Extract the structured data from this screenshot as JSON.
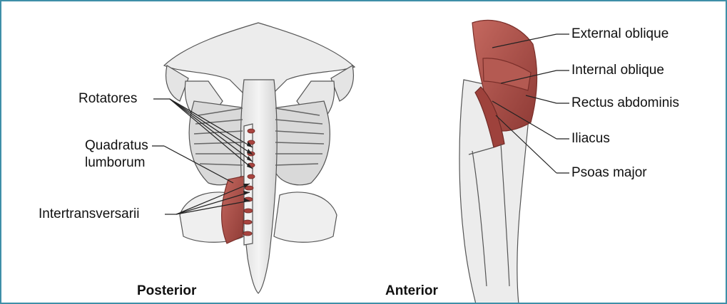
{
  "figure": {
    "posterior": {
      "view_label": "Posterior",
      "labels": {
        "rotatores": "Rotatores",
        "quadratus_line1": "Quadratus",
        "quadratus_line2": "lumborum",
        "intertransversarii": "Intertransversarii"
      }
    },
    "anterior": {
      "view_label": "Anterior",
      "labels": {
        "external_oblique": "External oblique",
        "internal_oblique": "Internal oblique",
        "rectus_abdominis": "Rectus abdominis",
        "iliacus": "Iliacus",
        "psoas_major": "Psoas major"
      }
    }
  },
  "colors": {
    "frame_border": "#3e8fa8",
    "muscle_highlight": "#b5504a",
    "line_art": "#555555"
  }
}
